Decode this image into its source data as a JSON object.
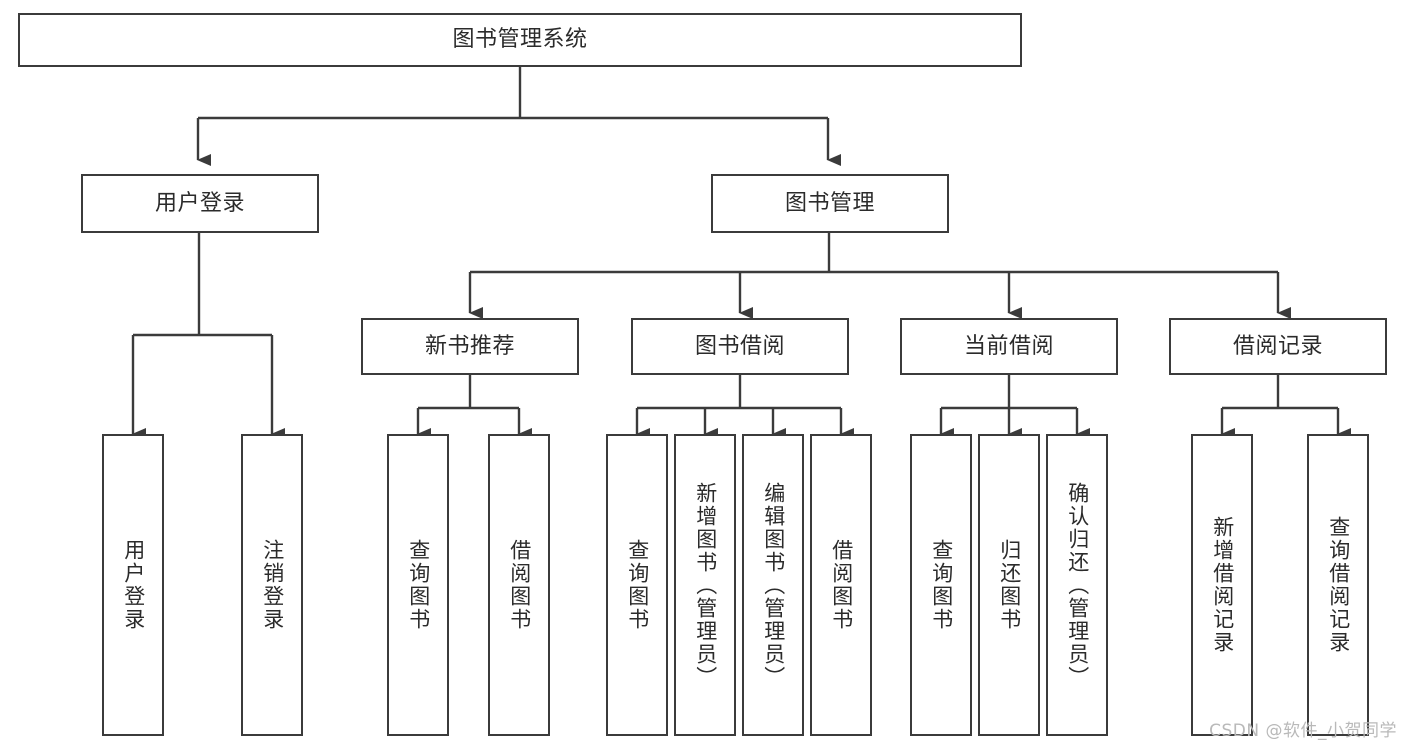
{
  "diagram": {
    "title_node": {
      "label": "图书管理系统"
    },
    "level2": [
      {
        "id": "user-login",
        "label": "用户登录"
      },
      {
        "id": "book-management",
        "label": "图书管理"
      }
    ],
    "level3": [
      {
        "id": "new-book-recommend",
        "label": "新书推荐"
      },
      {
        "id": "book-borrow",
        "label": "图书借阅"
      },
      {
        "id": "current-borrow",
        "label": "当前借阅"
      },
      {
        "id": "borrow-record",
        "label": "借阅记录"
      }
    ],
    "leaves": [
      {
        "id": "leaf-user-login",
        "label": "用户登录",
        "parent": "user-login"
      },
      {
        "id": "leaf-logout-login",
        "label": "注销登录",
        "parent": "user-login"
      },
      {
        "id": "leaf-query-book-1",
        "label": "查询图书",
        "parent": "new-book-recommend"
      },
      {
        "id": "leaf-borrow-book-1",
        "label": "借阅图书",
        "parent": "new-book-recommend"
      },
      {
        "id": "leaf-query-book-2",
        "label": "查询图书",
        "parent": "book-borrow"
      },
      {
        "id": "leaf-add-book",
        "label": "新增图书（管理员）",
        "parent": "book-borrow"
      },
      {
        "id": "leaf-edit-book",
        "label": "编辑图书（管理员）",
        "parent": "book-borrow"
      },
      {
        "id": "leaf-borrow-book-2",
        "label": "借阅图书",
        "parent": "book-borrow"
      },
      {
        "id": "leaf-query-book-3",
        "label": "查询图书",
        "parent": "current-borrow"
      },
      {
        "id": "leaf-return-book",
        "label": "归还图书",
        "parent": "current-borrow"
      },
      {
        "id": "leaf-confirm-return",
        "label": "确认归还（管理员）",
        "parent": "current-borrow"
      },
      {
        "id": "leaf-add-record",
        "label": "新增借阅记录",
        "parent": "borrow-record"
      },
      {
        "id": "leaf-query-record",
        "label": "查询借阅记录",
        "parent": "borrow-record"
      }
    ],
    "watermark": "CSDN @软件_小贺同学",
    "colors": {
      "stroke": "#3b3b3b",
      "text": "#2b2b2b",
      "background": "#ffffff",
      "watermark": "#b9b9b9"
    }
  }
}
